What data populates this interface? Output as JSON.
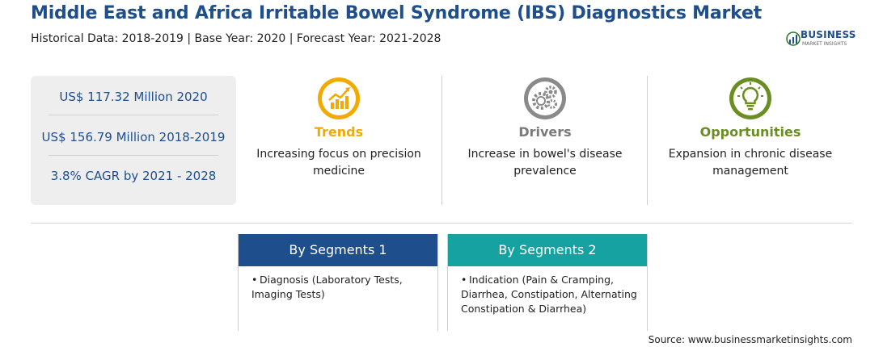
{
  "header": {
    "title": "Middle East and Africa Irritable Bowel Syndrome (IBS) Diagnostics Market",
    "subtitle": "Historical Data: 2018-2019 | Base Year: 2020 | Forecast Year: 2021-2028"
  },
  "logo": {
    "brand": "BUSINESS",
    "tagline": "MARKET INSIGHTS"
  },
  "stats": [
    "US$ 117.32 Million 2020",
    "US$ 156.79 Million 2018-2019",
    "3.8% CAGR by 2021 - 2028"
  ],
  "pillars": [
    {
      "title": "Trends",
      "text_line1": "Increasing focus on precision",
      "text_line2": "medicine",
      "color": "#f2a900",
      "icon": "trend-chart-icon"
    },
    {
      "title": "Drivers",
      "text_line1": "Increase in bowel's disease",
      "text_line2": "prevalence",
      "color": "#808080",
      "icon": "gears-icon"
    },
    {
      "title": "Opportunities",
      "text_line1": "Expansion in chronic disease",
      "text_line2": "management",
      "color": "#6b8e23",
      "icon": "lightbulb-icon"
    }
  ],
  "segments": [
    {
      "title": "By Segments 1",
      "color": "#1f4e8c",
      "item": "Diagnosis (Laboratory Tests, Imaging Tests)"
    },
    {
      "title": "By Segments 2",
      "color": "#17a2a2",
      "item": "Indication (Pain & Cramping, Diarrhea, Constipation, Alternating Constipation & Diarrhea)"
    }
  ],
  "source": "Source: www.businessmarketinsights.com"
}
